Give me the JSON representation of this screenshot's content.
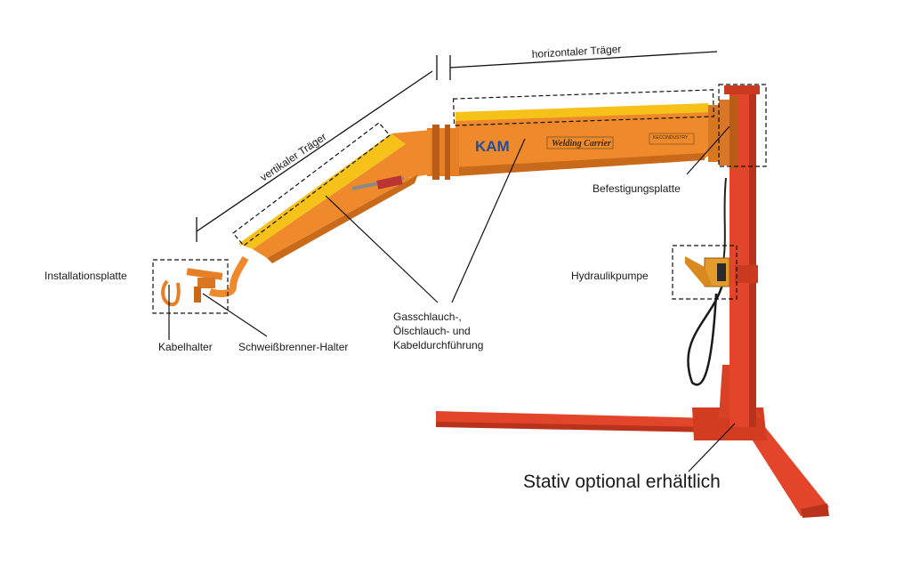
{
  "labels": {
    "horizontal_beam": "horizontaler Träger",
    "vertical_beam": "vertikaler Träger",
    "mounting_plate": "Befestigungsplatte",
    "hydraulic_pump": "Hydraulikpumpe",
    "installation_plate": "Installationsplatte",
    "cable_holder": "Kabelhalter",
    "torch_holder": "Schweißbrenner-Halter",
    "hose_guide_line1": "Gasschlauch-,",
    "hose_guide_line2": "Ölschlauch- und",
    "hose_guide_line3": "Kabeldurchführung",
    "stand_optional": "Stativ optional erhältlich"
  },
  "boom_branding": {
    "logo": "KAM",
    "product": "Welding Carrier",
    "sticker": "KECCINDUSTRY"
  },
  "colors": {
    "boom_orange": "#ef8a2c",
    "boom_dark": "#c96a1a",
    "cover_yellow": "#f6c21a",
    "stand_red": "#e2452a",
    "stand_dark": "#b8321c"
  }
}
